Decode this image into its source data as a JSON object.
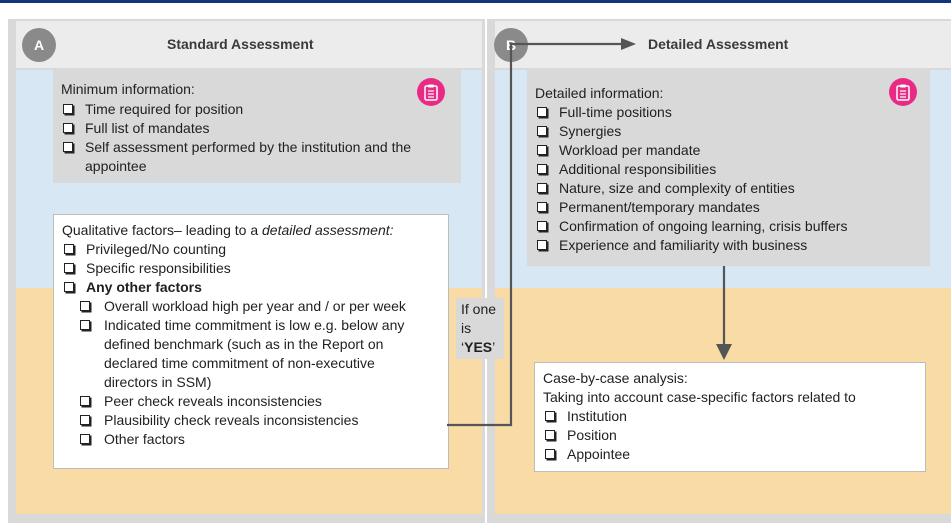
{
  "panel_a": {
    "badge": "A",
    "title": "Standard Assessment",
    "min_info": {
      "heading": "Minimum information:",
      "items": [
        "Time required for position",
        "Full list of mandates",
        "Self assessment performed by the institution and the appointee"
      ]
    },
    "qualitative": {
      "heading_prefix": "Qualitative factors– leading to a ",
      "heading_em": "detailed assessment:",
      "items": [
        "Privileged/No counting",
        "Specific responsibilities"
      ],
      "other_label": "Any other factors",
      "sub_items": [
        "Overall workload high per year and / or per week",
        "Indicated time commitment is low e.g. below any defined benchmark (such as in the Report on declared time commitment of non-executive directors in SSM)",
        "Peer check reveals inconsistencies",
        "Plausibility check reveals inconsistencies",
        "Other factors"
      ]
    }
  },
  "panel_b": {
    "badge": "B",
    "title": "Detailed Assessment",
    "detailed_info": {
      "heading": "Detailed information:",
      "items": [
        "Full-time positions",
        "Synergies",
        "Workload per mandate",
        "Additional responsibilities",
        "Nature, size and complexity of entities",
        "Permanent/temporary mandates",
        "Confirmation of ongoing learning, crisis buffers",
        "Experience and familiarity with business"
      ]
    },
    "case": {
      "heading": "Case-by-case analysis:",
      "subheading": "Taking into account case-specific factors related to",
      "items": [
        "Institution",
        "Position",
        "Appointee"
      ]
    }
  },
  "connector": {
    "line1": "If one",
    "line2": "is",
    "quote_open": "‘",
    "yes": "YES",
    "quote_close": "’"
  },
  "colors": {
    "accent_top": "#13357a",
    "band_blue": "#d7e8f4",
    "band_orange": "#f9dba6",
    "clipboard_icon": "#ea2b86"
  }
}
